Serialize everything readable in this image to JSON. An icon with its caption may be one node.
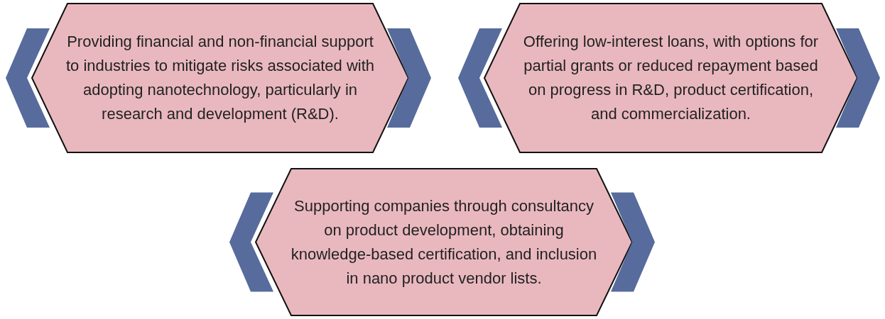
{
  "diagram": {
    "nodes": [
      {
        "text": [
          "Providing financial and non-financial support to industries to mitigate risks associated with adopting nanotechnology, particularly in research and development (R&D)."
        ]
      },
      {
        "text": [
          "Offering low-interest loans, with options for partial grants or reduced repayment based on progress in R&D, product certification, and commercialization."
        ]
      },
      {
        "text": [
          "Supporting companies through consultancy on product development, obtaining knowledge-based certification, and inclusion in nano product vendor lists."
        ]
      }
    ]
  }
}
